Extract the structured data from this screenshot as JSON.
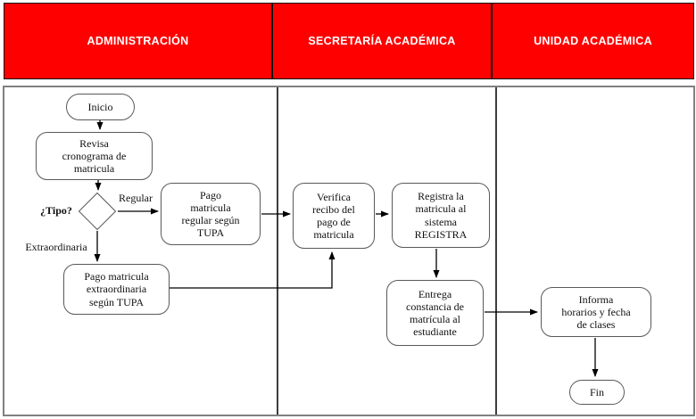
{
  "colors": {
    "header_bg": "#FF0000",
    "header_text": "#FFFFFF",
    "body_border": "#808080",
    "shape_border": "#595959",
    "connector": "#000000"
  },
  "lanes": [
    {
      "label": "ADMINISTRACIÓN"
    },
    {
      "label": "SECRETARÍA ACADÉMICA"
    },
    {
      "label": "UNIDAD ACADÉMICA"
    }
  ],
  "nodes": {
    "inicio": "Inicio",
    "revisa": "Revisa\ncronograma de\nmatricula",
    "tipo": "¿Tipo?",
    "pago_regular": "Pago\nmatricula\nregular según\nTUPA",
    "pago_extraordinaria": "Pago matricula\nextraordinaria\nsegún TUPA",
    "verifica": "Verifica\nrecibo del\npago de\nmatricula",
    "registra": "Registra la\nmatricula al\nsistema\nREGISTRA",
    "entrega": "Entrega\nconstancia de\nmatrícula al\nestudiante",
    "informa": "Informa\nhorarios y fecha\nde clases",
    "fin": "Fin"
  },
  "edge_labels": {
    "regular": "Regular",
    "extraordinaria": "Extraordinaria"
  }
}
